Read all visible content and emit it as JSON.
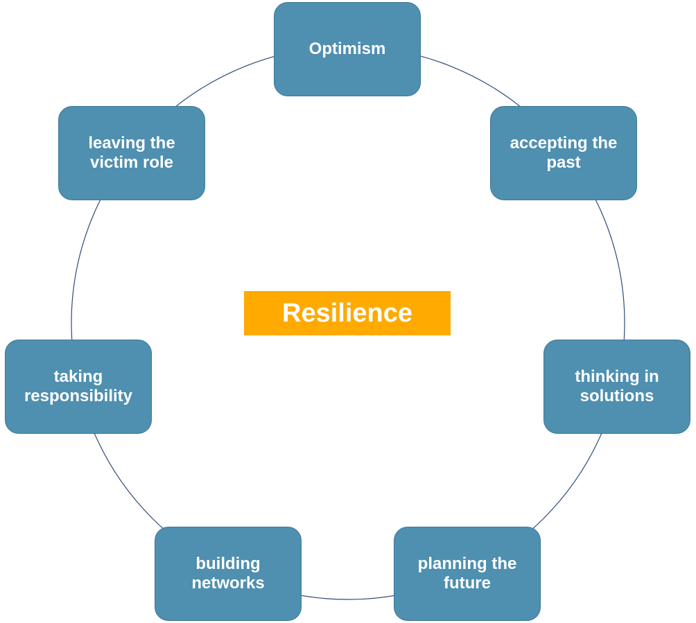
{
  "colors": {
    "node_fill": "#4f8fb0",
    "node_border": "#3d7798",
    "ring_stroke": "#2e4a78",
    "center_fill": "#ffaa00",
    "text": "#ffffff"
  },
  "center": {
    "label": "Resilience"
  },
  "nodes": [
    {
      "id": "optimism",
      "label": "Optimism"
    },
    {
      "id": "accepting",
      "label": "accepting the\npast"
    },
    {
      "id": "thinking",
      "label": "thinking in\nsolutions"
    },
    {
      "id": "planning",
      "label": "planning the\nfuture"
    },
    {
      "id": "building",
      "label": "building\nnetworks"
    },
    {
      "id": "taking",
      "label": "taking\nresponsibility"
    },
    {
      "id": "leaving",
      "label": "leaving the\nvictim role"
    }
  ]
}
